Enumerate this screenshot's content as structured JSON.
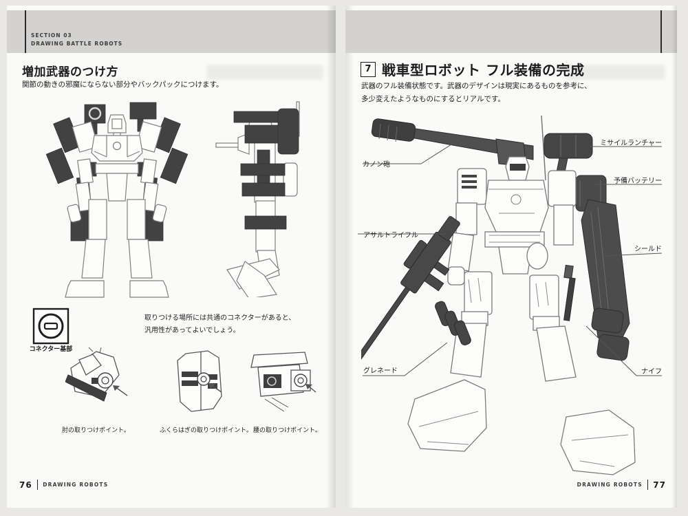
{
  "section_header": {
    "line1": "SECTION 03",
    "line2": "DRAWING BATTLE ROBOTS"
  },
  "left_page": {
    "page_number": "76",
    "heading": "増加武器のつけ方",
    "subtitle": "関節の動きの邪魔にならない部分やバックパックにつけます。",
    "connector_label": "コネクター基部",
    "connector_note_line1": "取りつける場所には共通のコネクターがあると、",
    "connector_note_line2": "汎用性があってよいでしょう。",
    "captions": [
      "肘の取りつけポイント。",
      "ふくらはぎの取りつけポイント。",
      "腰の取りつけポイント。"
    ],
    "footer_title": "DRAWING ROBOTS"
  },
  "right_page": {
    "page_number": "77",
    "step_number": "7",
    "heading": "戦車型ロボット フル装備の完成",
    "subtitle_line1": "武器のフル装備状態です。武器のデザインは現実にあるものを参考に、",
    "subtitle_line2": "多少変えたようなものにするとリアルです。",
    "labels": {
      "cannon": "カノン砲",
      "missile_launcher": "ミサイルランチャー",
      "spare_battery": "予備バッテリー",
      "assault_rifle": "アサルトライフル",
      "shield": "シールド",
      "grenade": "グレネード",
      "knife": "ナイフ"
    },
    "footer_title": "DRAWING ROBOTS"
  },
  "colors": {
    "paper": "#fafaf8",
    "header_band": "#d3d2d0",
    "dark_part": "#424242",
    "line_art": "#7f7f7f",
    "text": "#1c1c1c"
  }
}
